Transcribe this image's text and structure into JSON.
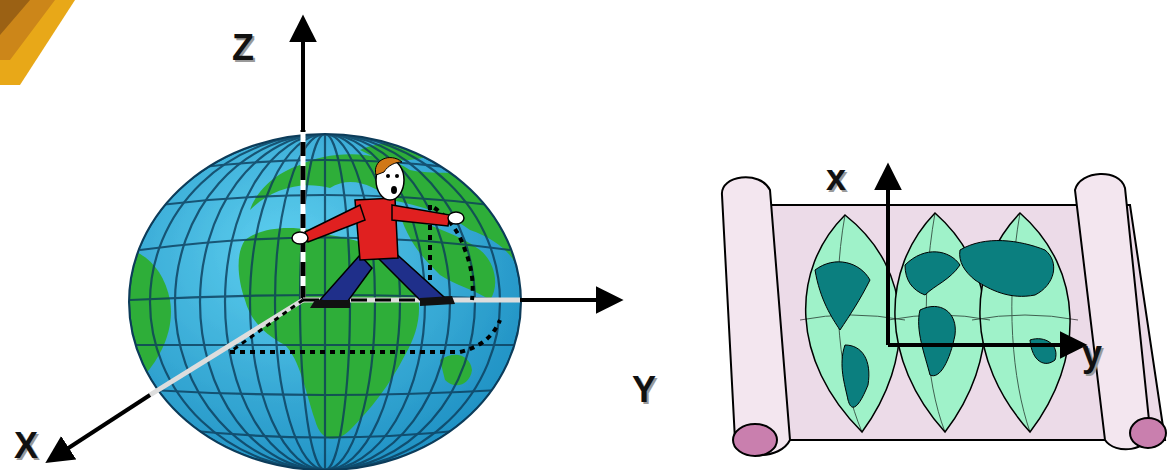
{
  "diagram": {
    "labels": [
      "Z",
      "Y",
      "X",
      "x",
      "y"
    ]
  }
}
